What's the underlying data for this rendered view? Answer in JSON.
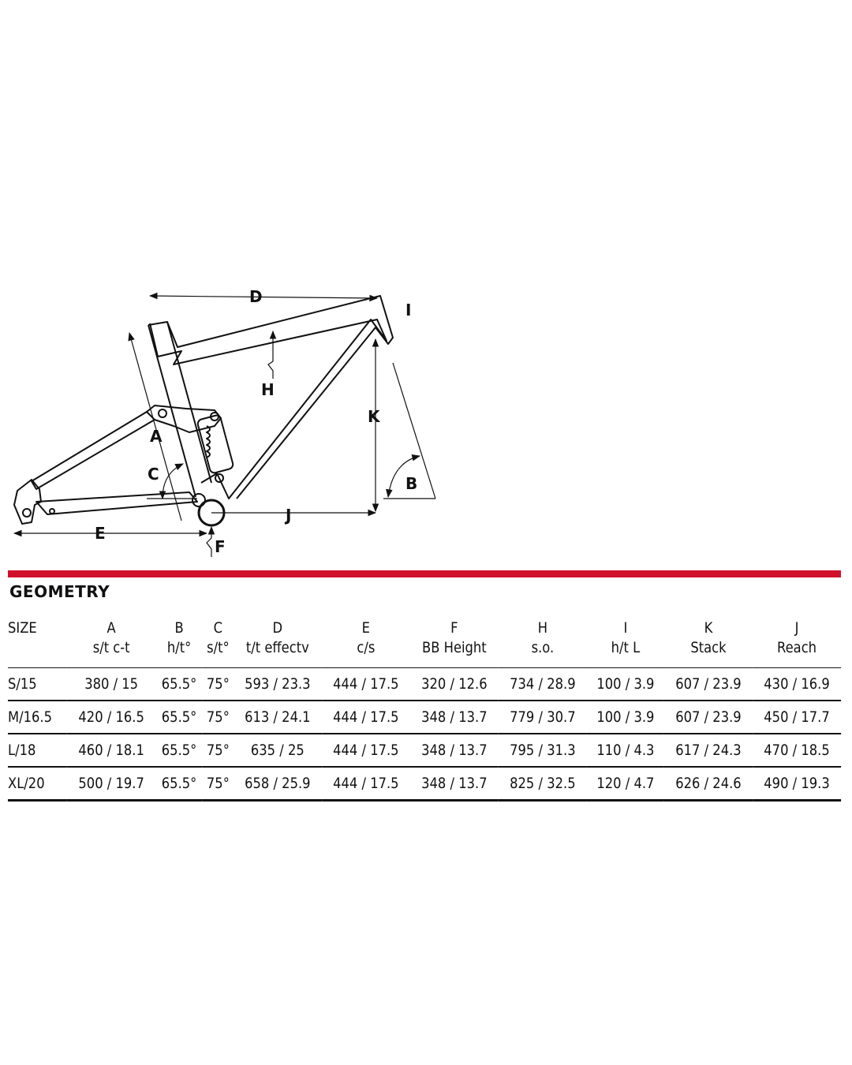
{
  "diagram": {
    "labels": {
      "A": "A",
      "B": "B",
      "C": "C",
      "D": "D",
      "E": "E",
      "F": "F",
      "H": "H",
      "I": "I",
      "J": "J",
      "K": "K"
    }
  },
  "section_title": "GEOMETRY",
  "accent_color": "#d0102b",
  "table": {
    "headers": [
      {
        "key": "SIZE",
        "sub": ""
      },
      {
        "key": "A",
        "sub": "s/t c-t"
      },
      {
        "key": "B",
        "sub": "h/t°"
      },
      {
        "key": "C",
        "sub": "s/t°"
      },
      {
        "key": "D",
        "sub": "t/t effectv"
      },
      {
        "key": "E",
        "sub": "c/s"
      },
      {
        "key": "F",
        "sub": "BB Height"
      },
      {
        "key": "H",
        "sub": "s.o."
      },
      {
        "key": "I",
        "sub": "h/t L"
      },
      {
        "key": "K",
        "sub": "Stack"
      },
      {
        "key": "J",
        "sub": "Reach"
      }
    ],
    "rows": [
      [
        "S/15",
        "380 / 15",
        "65.5°",
        "75°",
        "593 / 23.3",
        "444 / 17.5",
        "320 / 12.6",
        "734 / 28.9",
        "100 / 3.9",
        "607 / 23.9",
        "430 / 16.9"
      ],
      [
        "M/16.5",
        "420 / 16.5",
        "65.5°",
        "75°",
        "613 / 24.1",
        "444 / 17.5",
        "348 / 13.7",
        "779 / 30.7",
        "100 / 3.9",
        "607 / 23.9",
        "450 / 17.7"
      ],
      [
        "L/18",
        "460 / 18.1",
        "65.5°",
        "75°",
        "635 / 25",
        "444 / 17.5",
        "348 / 13.7",
        "795 / 31.3",
        "110 / 4.3",
        "617 / 24.3",
        "470 / 18.5"
      ],
      [
        "XL/20",
        "500 / 19.7",
        "65.5°",
        "75°",
        "658 / 25.9",
        "444 / 17.5",
        "348 / 13.7",
        "825 / 32.5",
        "120 / 4.7",
        "626 / 24.6",
        "490 / 19.3"
      ]
    ]
  }
}
